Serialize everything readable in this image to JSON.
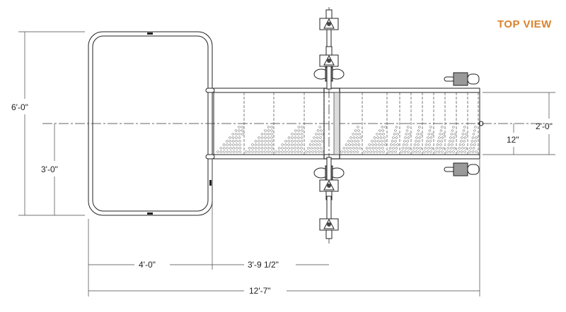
{
  "title": "TOP VIEW",
  "dimensions": {
    "overall_width": "6'-0\"",
    "half_width": "3'-0\"",
    "conveyor_width": "2'-0\"",
    "conveyor_half": "12\"",
    "frame_length": "4'-0\"",
    "to_centerline": "3'-9 1/2\"",
    "overall_length": "12'-7\""
  },
  "colors": {
    "title": "#d9822b",
    "lines": "#222222"
  }
}
